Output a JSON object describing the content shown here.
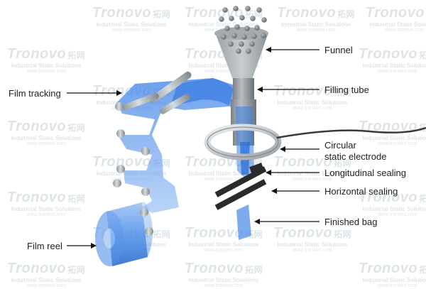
{
  "watermark": {
    "brand": "Tronovo",
    "brand_cn": "拓网",
    "tagline": "Industrial Static Solutions",
    "url": "www.tronovo.com"
  },
  "labels": {
    "funnel": "Funnel",
    "filling_tube": "Filling tube",
    "electrode_line1": "Circular",
    "electrode_line2": "static electrode",
    "longitudinal_sealing": "Longitudinal sealing",
    "horizontal_sealing": "Horizontal sealing",
    "finished_bag": "Finished bag",
    "film_tracking": "Film tracking",
    "film_reel": "Film reel"
  },
  "colors": {
    "film": "#4f8fe8",
    "steel": "#a8b0b6",
    "sealer": "#2a2a2a",
    "pellet": "#7d8489",
    "text": "#222222"
  }
}
